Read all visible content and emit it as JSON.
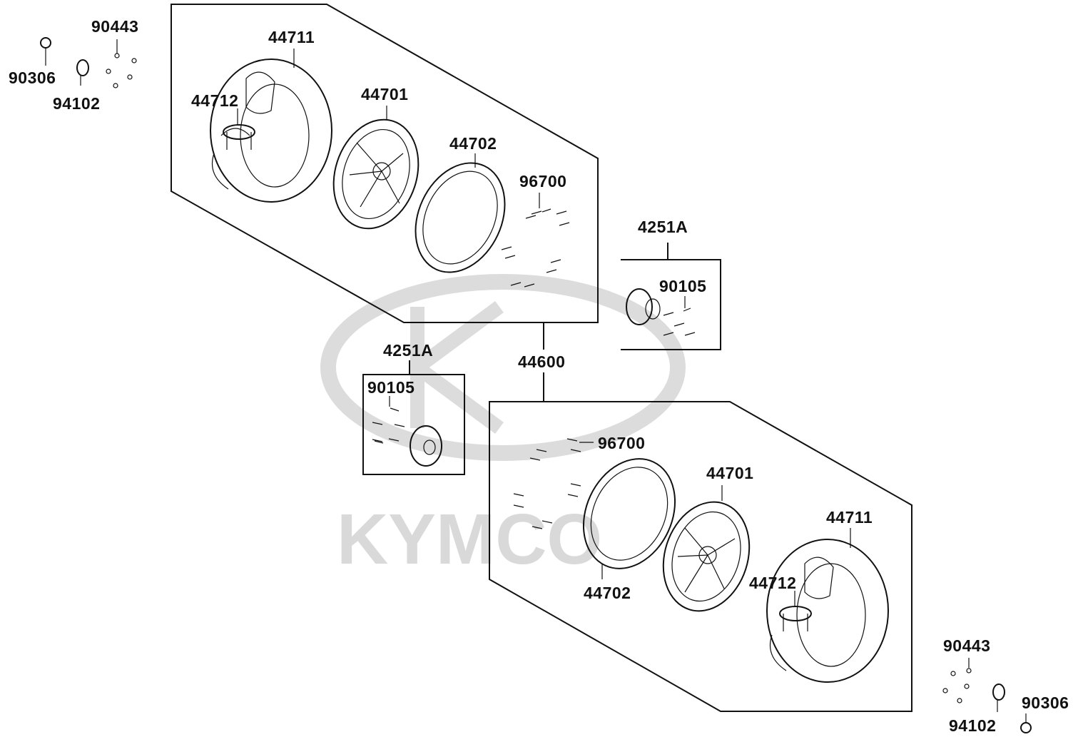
{
  "watermark": {
    "brand": "KYMCO",
    "color": "#d9d9d9"
  },
  "colors": {
    "line": "#111111",
    "background": "#ffffff"
  },
  "upper_assembly": {
    "tire": "44711",
    "tube_valve": "44712",
    "rim": "44701",
    "rim_band": "44702",
    "bolts": "96700"
  },
  "lower_assembly": {
    "tire": "44711",
    "tube_valve": "44712",
    "rim": "44701",
    "rim_band": "44702",
    "bolts": "96700"
  },
  "wheel_set": "44600",
  "hub_right": {
    "hub": "4251A",
    "studs": "90105"
  },
  "hub_left": {
    "hub": "4251A",
    "studs": "90105"
  },
  "hardware_top_left": {
    "nut": "90306",
    "washer": "94102",
    "cap": "90443"
  },
  "hardware_bottom_right": {
    "nut": "90306",
    "washer": "94102",
    "cap": "90443"
  }
}
